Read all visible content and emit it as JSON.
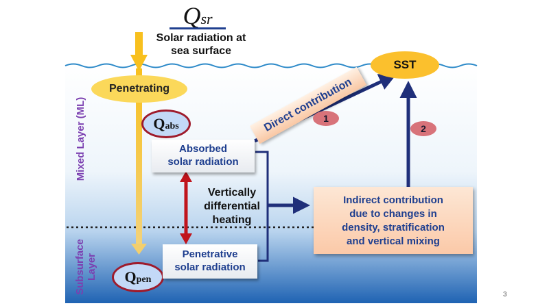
{
  "q_sr": {
    "symbol": "Q",
    "subscript": "sr"
  },
  "solar_radiation_label": [
    "Solar radiation at",
    "sea surface"
  ],
  "penetrating_label": "Penetrating",
  "sst_label": "SST",
  "q_abs": {
    "symbol": "Q",
    "subscript": "abs"
  },
  "q_pen": {
    "symbol": "Q",
    "subscript": "pen"
  },
  "absorbed_box": [
    "Absorbed",
    "solar radiation"
  ],
  "penetrative_box": [
    "Penetrative",
    "solar radiation"
  ],
  "vertical_heating_label": [
    "Vertically",
    "differential",
    "heating"
  ],
  "direct_contribution_label": "Direct contribution",
  "indirect_box": [
    "Indirect contribution",
    "due to changes in",
    "density, stratification",
    "and vertical mixing"
  ],
  "badges": [
    "1",
    "2"
  ],
  "mixed_layer_label": "Mixed Layer (ML)",
  "subsurface_label": [
    "Subsurface",
    "Layer"
  ],
  "page_number": "3",
  "colors": {
    "arrow_navy": "#1f2f7a",
    "sun_yellow": "#f8c01e",
    "double_arrow_red": "#c0141c",
    "ocean_top": "#ffffff",
    "ocean_bottom": "#1f63b3",
    "wave": "#2a88c8",
    "layer_text": "#7b3fb0"
  }
}
